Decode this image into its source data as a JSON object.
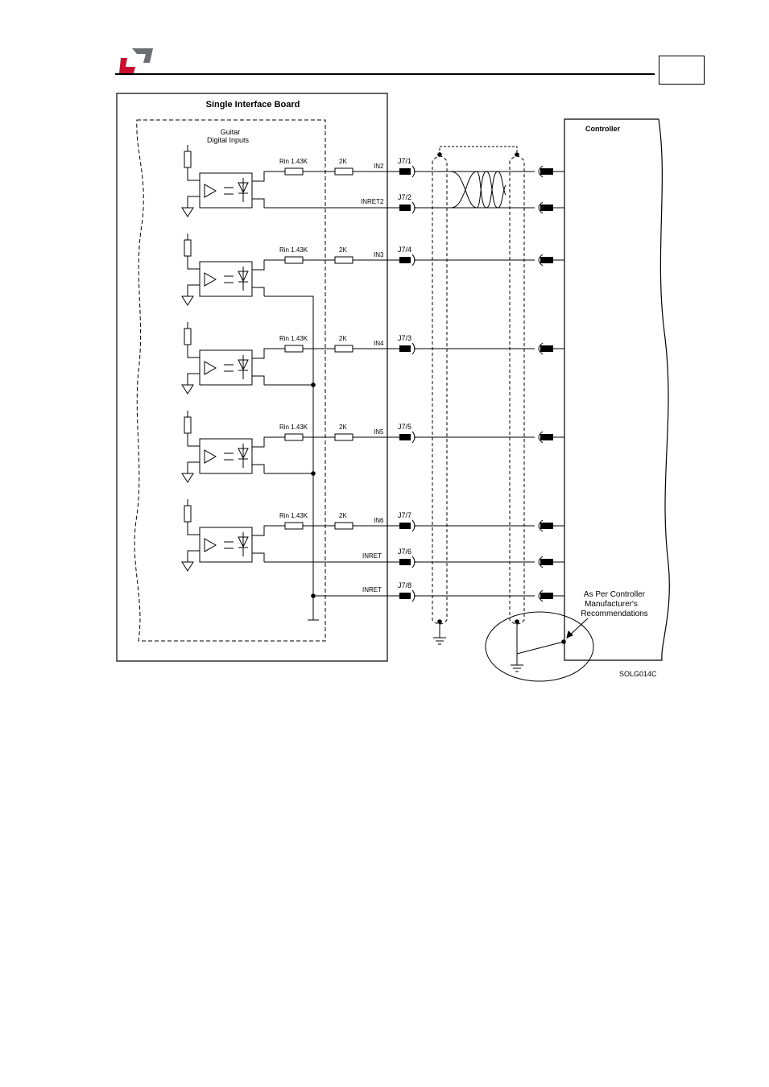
{
  "header": {
    "page_number": "",
    "logo_colors": {
      "red": "#c8102e",
      "gray": "#6d6e71"
    }
  },
  "diagram": {
    "board_title": "Single Interface Board",
    "inputs_title_line1": "Guitar",
    "inputs_title_line2": "Digital Inputs",
    "controller_label": "Controller",
    "rin_label": "Rin 1.43K",
    "r2_label": "2K",
    "channels": [
      {
        "signal": "IN2",
        "connector": "J7/1",
        "return_signal": "INRET2",
        "return_connector": "J7/2"
      },
      {
        "signal": "IN3",
        "connector": "J7/4"
      },
      {
        "signal": "IN4",
        "connector": "J7/3"
      },
      {
        "signal": "IN5",
        "connector": "J7/5"
      },
      {
        "signal": "IN6",
        "connector": "J7/7",
        "return_signal": "INRET",
        "return_connector": "J7/6"
      }
    ],
    "common_return": {
      "signal": "INRET",
      "connector": "J7/8"
    },
    "note_line1": "As Per Controller",
    "note_line2": "Manufacturer's",
    "note_line3": "Recommendations",
    "figure_code": "SOLG014C"
  }
}
